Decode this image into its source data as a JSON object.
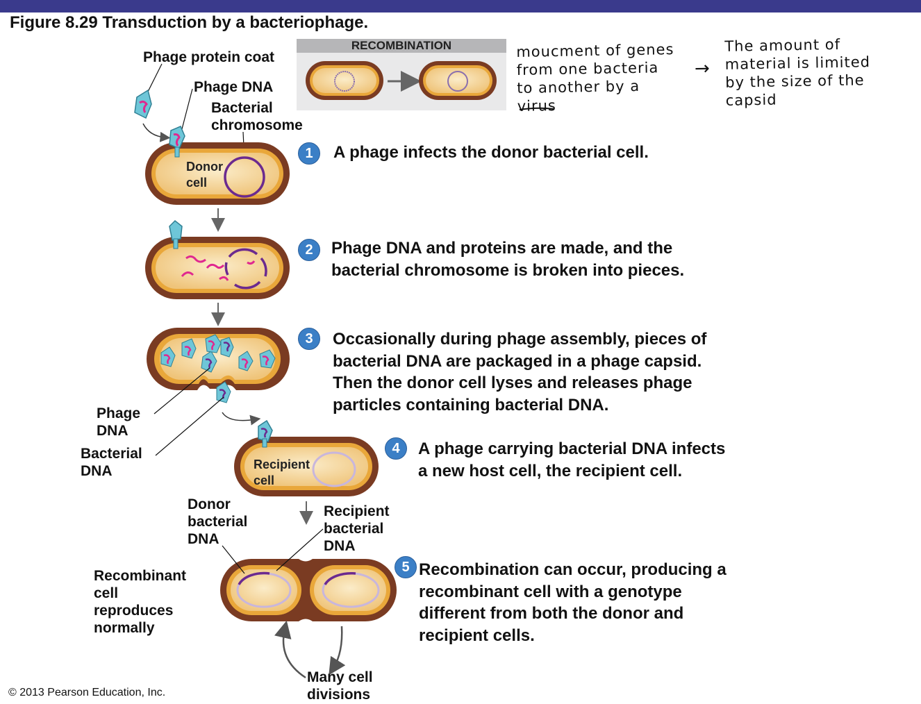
{
  "title": "Figure 8.29 Transduction by a bacteriophage.",
  "copyright": "© 2013 Pearson Education, Inc.",
  "inset": {
    "header": "RECOMBINATION"
  },
  "handwritten": {
    "note_left": "moucment of genes\nfrom one bacteria\nto another by a\nvirus",
    "arrow": "→",
    "note_right": "The amount of\nmaterial is limited\nby the size of the\ncapsid"
  },
  "labels": {
    "phage_protein_coat": "Phage protein coat",
    "phage_dna_top": "Phage DNA",
    "bacterial_chromosome": "Bacterial\nchromosome",
    "donor_cell": "Donor\ncell",
    "phage_dna_left": "Phage\nDNA",
    "bacterial_dna_left": "Bacterial\nDNA",
    "recipient_cell": "Recipient\ncell",
    "donor_bacterial_dna": "Donor\nbacterial\nDNA",
    "recipient_bacterial_dna": "Recipient\nbacterial\nDNA",
    "recombinant_cell": "Recombinant\ncell\nreproduces\nnormally",
    "many_cell_divisions": "Many cell\ndivisions"
  },
  "steps": [
    {
      "number": "1",
      "text": "A phage infects the donor bacterial cell."
    },
    {
      "number": "2",
      "text": "Phage DNA and proteins are made, and the\nbacterial chromosome is broken into pieces."
    },
    {
      "number": "3",
      "text": "Occasionally during phage assembly, pieces of\nbacterial DNA are packaged in a phage capsid.\nThen the donor cell lyses and releases phage\nparticles containing bacterial DNA."
    },
    {
      "number": "4",
      "text": "A phage carrying bacterial DNA infects\na new host cell, the recipient cell."
    },
    {
      "number": "5",
      "text": "Recombination can occur, producing a\nrecombinant cell with a genotype\ndifferent from both the donor and\nrecipient cells."
    }
  ],
  "colors": {
    "cell_wall": "#7a3b22",
    "cytoplasm": "#f3cf8a",
    "membrane": "#e9a73a",
    "bacterial_dna": "#6b2a8f",
    "phage_dna": "#e0288f",
    "capsid": "#6ec6d8",
    "step_badge": "#3b7fc6"
  }
}
